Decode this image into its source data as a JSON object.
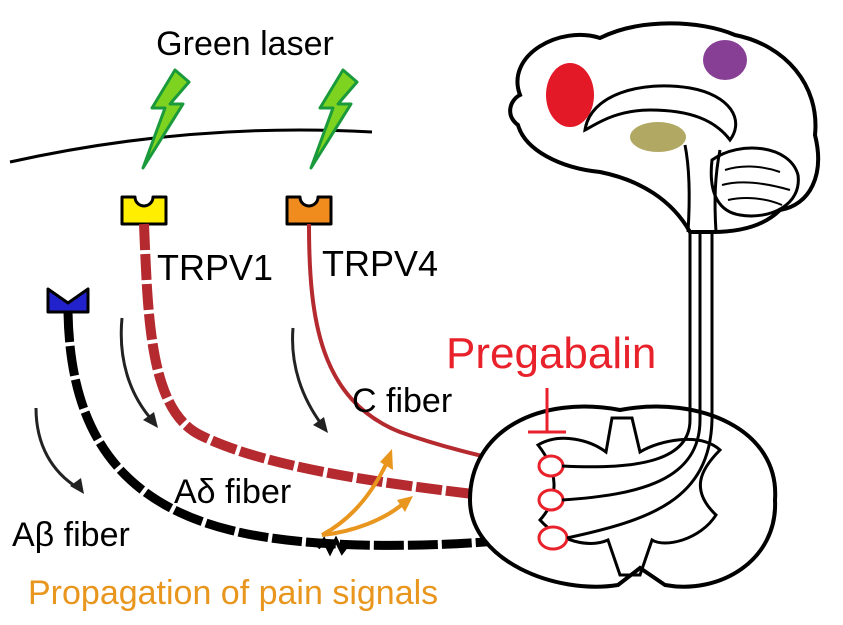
{
  "labels": {
    "green_laser": "Green laser",
    "trpv1": "TRPV1",
    "trpv4": "TRPV4",
    "pregabalin": "Pregabalin",
    "c_fiber": "C fiber",
    "a_delta_fiber": "Aδ fiber",
    "a_beta_fiber": "Aβ fiber",
    "propagation": "Propagation of pain signals"
  },
  "colors": {
    "laser": "#7ed321",
    "laser_outline": "#1a9a3a",
    "trpv1": "#ffee00",
    "trpv4": "#f08c1e",
    "a_beta_receptor": "#2222cc",
    "fiber_red": "#b52a2f",
    "fiber_black": "#000000",
    "pregabalin": "#e8212b",
    "propagation": "#e8961e",
    "brain_red": "#e00010",
    "brain_purple": "#7a2a8a",
    "brain_olive": "#a9a052"
  },
  "icons": {
    "laser": "lightning-bolt-icon",
    "receptor": "receptor-cup-icon",
    "inhibition": "inhibition-t-icon"
  }
}
